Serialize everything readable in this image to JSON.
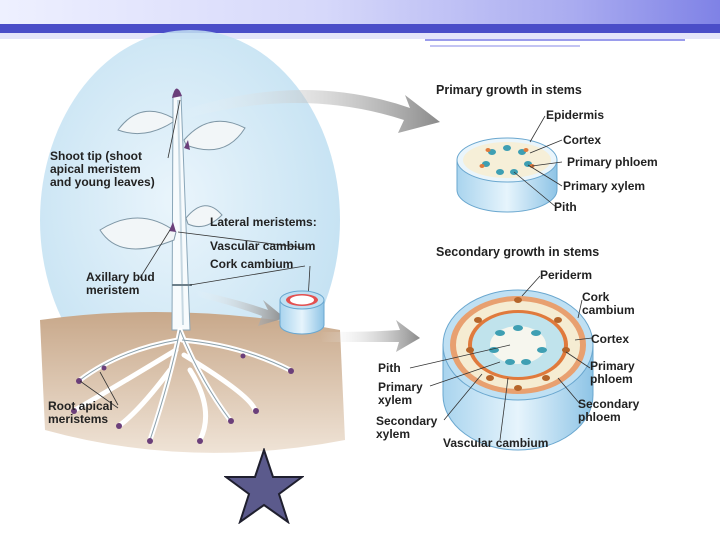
{
  "header": {
    "band_colors": [
      "#4a4dc8",
      "#8e90e8",
      "#c9caf4",
      "#e4e4fa"
    ]
  },
  "shoot": {
    "shoot_tip": "Shoot tip (shoot\napical meristem\nand young leaves)",
    "lateral_heading": "Lateral meristems:",
    "vascular_cambium": "Vascular cambium",
    "cork_cambium": "Cork cambium",
    "axillary_bud": "Axillary bud\nmeristem",
    "root_apical": "Root apical\nmeristems"
  },
  "primary": {
    "title": "Primary growth in stems",
    "epidermis": "Epidermis",
    "cortex": "Cortex",
    "primary_phloem": "Primary phloem",
    "primary_xylem": "Primary xylem",
    "pith": "Pith"
  },
  "secondary": {
    "title": "Secondary growth in stems",
    "periderm": "Periderm",
    "cork_cambium": "Cork\ncambium",
    "cortex": "Cortex",
    "primary_phloem": "Primary\nphloem",
    "secondary_phloem": "Secondary\nphloem",
    "pith": "Pith",
    "primary_xylem": "Primary\nxylem",
    "secondary_xylem": "Secondary\nxylem",
    "vascular_cambium": "Vascular cambium"
  },
  "icons": {
    "star": "star-icon"
  },
  "colors": {
    "sky": "#cfe6f4",
    "soil": "#d9c3ad",
    "stem_ice": "#e6f3fb",
    "cortex": "#f5ecd2",
    "phloem": "#e07a3c",
    "xylem": "#3e9fb3",
    "cork": "#e8a070",
    "star": "#5b5a8c"
  }
}
